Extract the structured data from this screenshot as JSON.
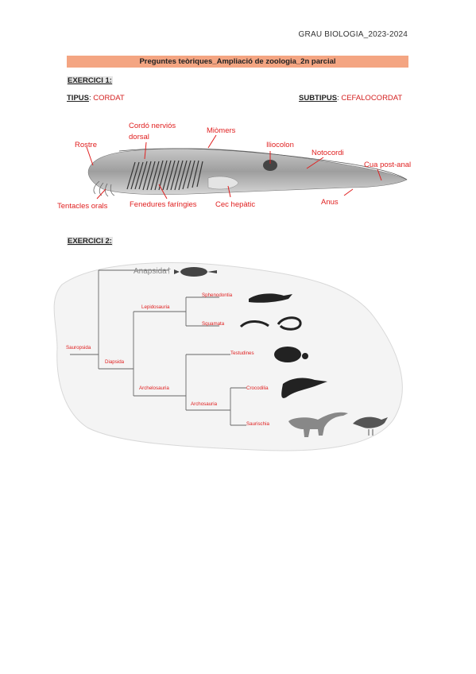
{
  "header": {
    "course": "GRAU BIOLOGIA_2023-2024"
  },
  "title": "Preguntes teòriques_Ampliació de zoologia_2n parcial",
  "exercise1": {
    "heading": "EXERCICI 1:",
    "tipus_key": "TIPUS",
    "tipus_sep": ": ",
    "tipus_val": "CORDAT",
    "subtipus_key": "SUBTIPUS",
    "subtipus_sep": ": ",
    "subtipus_val": "CEFALOCORDAT",
    "labels": {
      "rostre": "Rostre",
      "cordo_1": "Cordó nerviós",
      "cordo_2": "dorsal",
      "miomers": "Miòmers",
      "iliocolon": "Iliocolon",
      "notocordi": "Notocordi",
      "cua": "Cua post-anal",
      "tentacles": "Tentacles orals",
      "fenedures": "Fenedures faríngies",
      "cec": "Cec hepàtic",
      "anus": "Anus"
    },
    "accent_color": "#e02020"
  },
  "exercise2": {
    "heading": "EXERCICI 2:",
    "tree": {
      "anapsida": "Anapsida†",
      "sauropsida": "Sauropsida",
      "diapsida": "Diapsida",
      "lepidosauria": "Lepidosauria",
      "sphenodontia": "Sphenodontia",
      "squamata": "Squamata",
      "archelosauria": "Archelosauria",
      "testudines": "Testudines",
      "archosauria": "Archosauria",
      "crocodilia": "Crocodilia",
      "saurischia": "Saurischia"
    }
  }
}
